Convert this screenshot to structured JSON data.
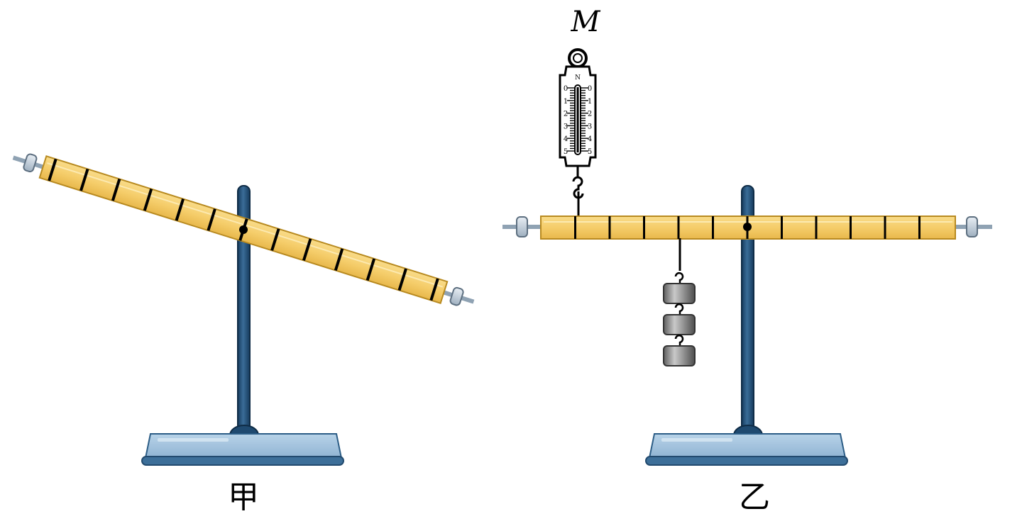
{
  "figure_a": {
    "caption": "甲"
  },
  "figure_b": {
    "caption": "乙",
    "spring_scale": {
      "label": "M",
      "unit": "N",
      "left_scale": [
        "0",
        "1",
        "2",
        "3",
        "4",
        "5"
      ],
      "right_scale": [
        "0",
        "1",
        "2",
        "3",
        "4",
        "5"
      ]
    },
    "hook_weights_count": 3
  },
  "colors": {
    "lever": "#f6d073",
    "lever_edge": "#b88a20",
    "stand_rod": "#1f4a70",
    "stand_base": "#9dbfdb",
    "weight": "#8a8a8a"
  }
}
